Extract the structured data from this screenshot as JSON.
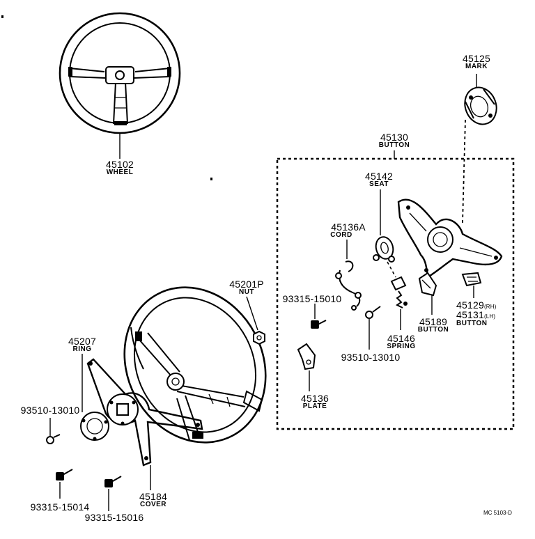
{
  "parts": {
    "wheel_top": {
      "number": "45102",
      "name": "WHEEL"
    },
    "mark": {
      "number": "45125",
      "name": "MARK"
    },
    "button_assy": {
      "number": "45130",
      "name": "BUTTON"
    },
    "seat": {
      "number": "45142",
      "name": "SEAT"
    },
    "cord": {
      "number": "45136A",
      "name": "CORD"
    },
    "nut": {
      "number": "45201P",
      "name": "NUT"
    },
    "screw_a": {
      "number": "93315-15010"
    },
    "ring": {
      "number": "45207",
      "name": "RING"
    },
    "screw_b": {
      "number": "93510-13010"
    },
    "screw_c": {
      "number": "93510-13010"
    },
    "spring": {
      "number": "45146",
      "name": "SPRING"
    },
    "plate": {
      "number": "45136",
      "name": "PLATE"
    },
    "button_c": {
      "number": "45189",
      "name": "BUTTON"
    },
    "button_rh": {
      "number": "45129",
      "suffix": "(RH)"
    },
    "button_lh": {
      "number": "45131",
      "suffix": "(LH)",
      "name": "BUTTON"
    },
    "cover": {
      "number": "45184",
      "name": "COVER"
    },
    "screw_d": {
      "number": "93315-15014"
    },
    "screw_e": {
      "number": "93315-15016"
    }
  },
  "footer": {
    "code": "MC 5103-D"
  }
}
